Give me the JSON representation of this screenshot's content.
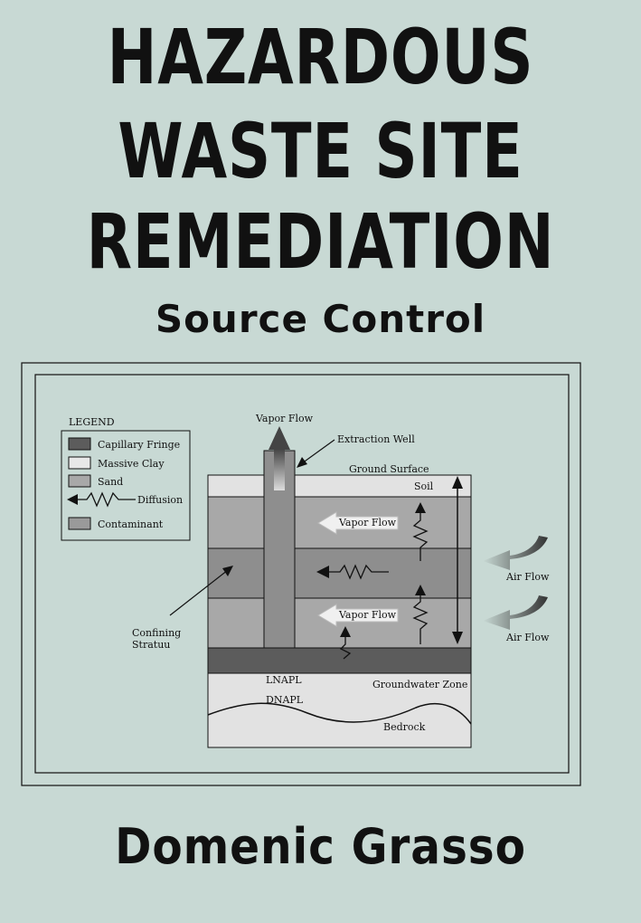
{
  "cover": {
    "title_lines": [
      "HAZARDOUS",
      "WASTE SITE",
      "REMEDIATION"
    ],
    "subtitle": "Source Control",
    "author": "Domenic Grasso"
  },
  "diagram": {
    "legend": {
      "heading": "LEGEND",
      "items": [
        {
          "label": "Capillary Fringe",
          "swatch": "#5c5c5c"
        },
        {
          "label": "Massive Clay",
          "swatch": "#e8e8e8"
        },
        {
          "label": "Sand",
          "swatch": "#a8a8a8"
        },
        {
          "label": "Diffusion",
          "swatch": "arrow-zigzag-icon"
        },
        {
          "label": "Contaminant",
          "swatch": "#9a9a9a"
        }
      ]
    },
    "labels": {
      "vapor_flow_top": "Vapor Flow",
      "extraction_well": "Extraction Well",
      "ground_surface": "Ground Surface",
      "soil": "Soil",
      "vapor_flow_upper": "Vapor Flow",
      "vapor_flow_lower": "Vapor Flow",
      "air_flow_upper": "Air Flow",
      "air_flow_lower": "Air Flow",
      "confining_line1": "Confining",
      "confining_line2": "Stratuu",
      "lnapl": "LNAPL",
      "groundwater_zone": "Groundwater Zone",
      "dnapl": "DNAPL",
      "bedrock": "Bedrock"
    },
    "colors": {
      "sand": "#a8a8a8",
      "capillary": "#5c5c5c",
      "clay_band": "#8e8e8e",
      "soil": "#e2e2e2",
      "bedrock": "#e2e2e2"
    }
  }
}
